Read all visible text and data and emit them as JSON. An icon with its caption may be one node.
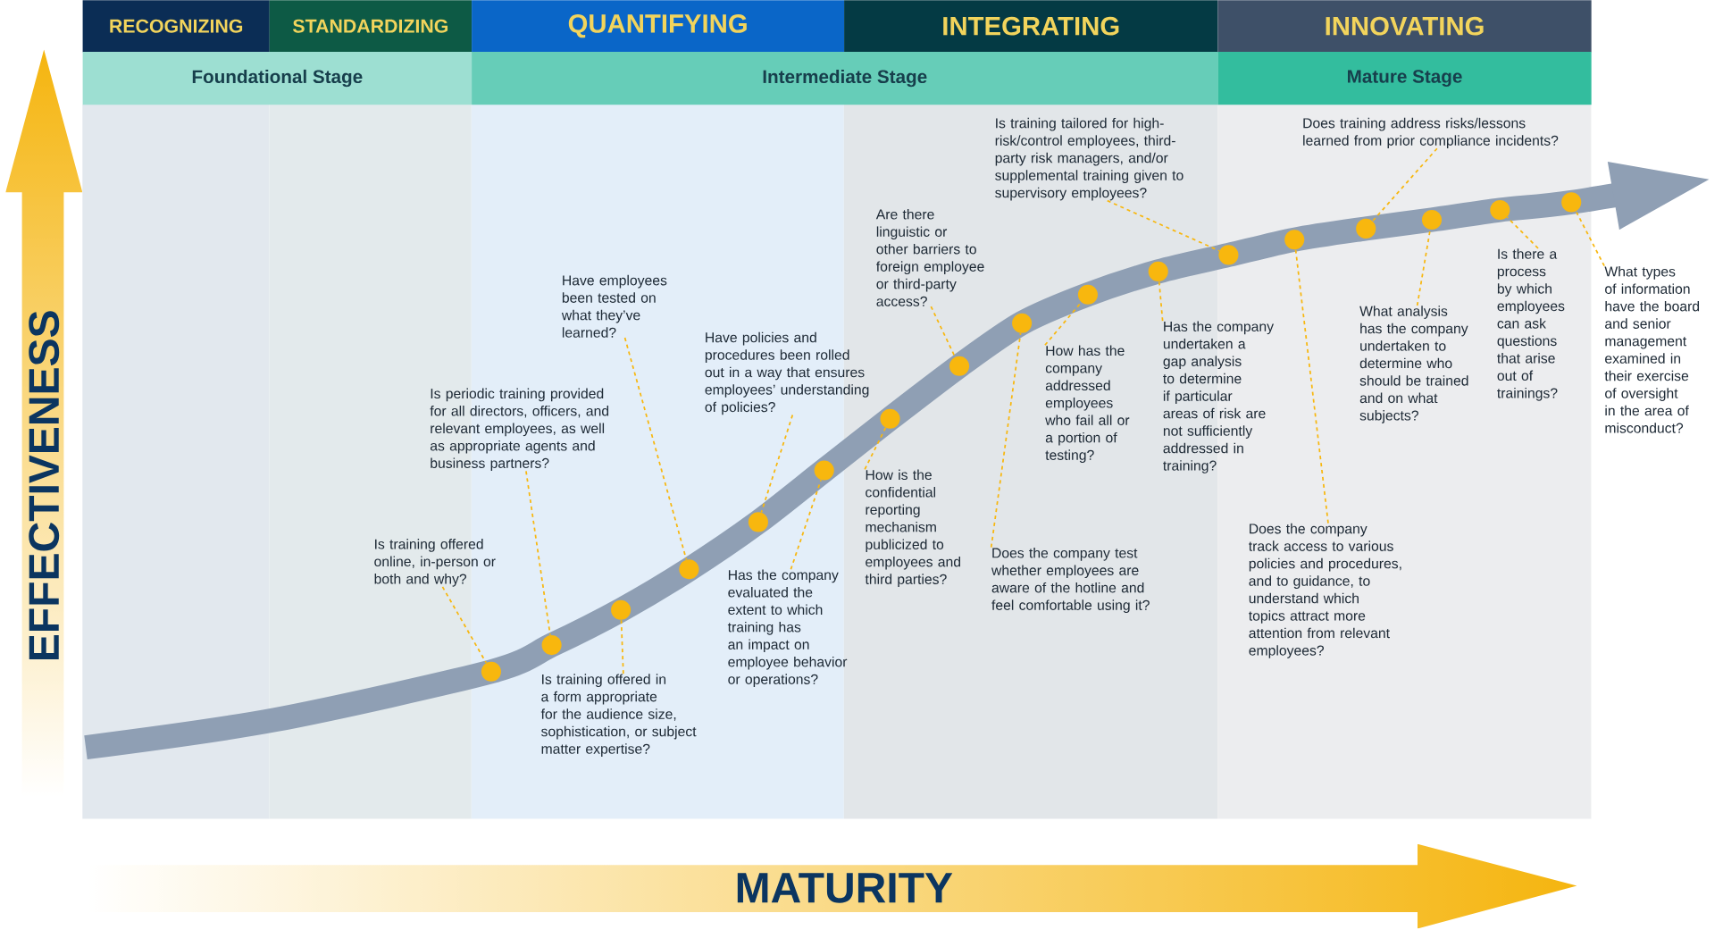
{
  "diagram": {
    "nodes": [
      {
        "text": [
          "RECOGNIZING"
        ]
      },
      {
        "text": [
          "STANDARDIZING"
        ]
      },
      {
        "text": [
          "QUANTIFYING"
        ]
      },
      {
        "text": [
          "INTEGRATING"
        ]
      },
      {
        "text": [
          "INNOVATING"
        ]
      },
      {
        "text": [
          "Foundational Stage"
        ]
      },
      {
        "text": [
          "Intermediate Stage"
        ]
      },
      {
        "text": [
          "Mature Stage"
        ]
      },
      {
        "text": [
          "EFFECTIVENESS"
        ]
      },
      {
        "text": [
          "MATURITY"
        ]
      },
      {
        "text": [
          "Is training offered online, in-person or both and why?"
        ]
      },
      {
        "text": [
          "Is periodic training provided for all directors, officers, and relevant employees, as well as appropriate agents and business partners?"
        ]
      },
      {
        "text": [
          "Is training offered in a form appropriate for the audience size, sophistication, or subject matter expertise?"
        ]
      },
      {
        "text": [
          "Have employees been tested on what they’ve learned?"
        ]
      },
      {
        "text": [
          "Have policies and procedures been rolled out in a way that ensures employees’ understanding of policies?"
        ]
      },
      {
        "text": [
          "Has the company evaluated the extent to which training has an impact on employee behavior or operations?"
        ]
      },
      {
        "text": [
          "How is the confidential reporting mechanism publicized to employees and third parties?"
        ]
      },
      {
        "text": [
          "Are there linguistic or other barriers to foreign employee or third-party access?"
        ]
      },
      {
        "text": [
          "Does the company test whether employees are aware of the hotline and feel comfortable using it?"
        ]
      },
      {
        "text": [
          "How has the company addressed employees who fail all or a portion of testing?"
        ]
      },
      {
        "text": [
          "Has the company undertaken a gap analysis to determine if particular areas of risk are not sufficiently addressed in training?"
        ]
      },
      {
        "text": [
          "Is training tailored for high-risk/control employees, third-party risk managers, and/or supplemental training given to supervisory employees?"
        ]
      },
      {
        "text": [
          "Does the company track access to various policies and procedures, and to guidance, to understand which topics attract more attention from relevant employees?"
        ]
      },
      {
        "text": [
          "Does training address risks/lessons learned from prior compliance incidents?"
        ]
      },
      {
        "text": [
          "What analysis has the company undertaken to determine who should be trained and on what subjects?"
        ]
      },
      {
        "text": [
          "Is there a process by which employees can ask questions that arise out of trainings?"
        ]
      },
      {
        "text": [
          "What types of information have the board and senior management examined in their exercise of oversight in the area of misconduct?"
        ]
      },
      {
        "text": [],
        "shape": "circle"
      },
      {
        "text": [],
        "shape": "circle"
      },
      {
        "text": [],
        "shape": "circle"
      },
      {
        "text": [],
        "shape": "circle"
      },
      {
        "text": [],
        "shape": "circle"
      },
      {
        "text": [],
        "shape": "circle"
      },
      {
        "text": [],
        "shape": "circle"
      },
      {
        "text": [],
        "shape": "circle"
      },
      {
        "text": [],
        "shape": "circle"
      },
      {
        "text": [],
        "shape": "circle"
      },
      {
        "text": [],
        "shape": "circle"
      },
      {
        "text": [],
        "shape": "circle"
      },
      {
        "text": [],
        "shape": "circle"
      },
      {
        "text": [],
        "shape": "circle"
      },
      {
        "text": [],
        "shape": "circle"
      },
      {
        "text": [],
        "shape": "circle"
      },
      {
        "text": [],
        "shape": "circle"
      }
    ],
    "edges": [
      {
        "from": 10,
        "to": 27,
        "arrow": "none",
        "style": "dashed"
      },
      {
        "from": 11,
        "to": 28,
        "arrow": "none",
        "style": "dashed"
      },
      {
        "from": 12,
        "to": 29,
        "arrow": "none",
        "style": "dashed"
      },
      {
        "from": 13,
        "to": 30,
        "arrow": "none",
        "style": "dashed"
      },
      {
        "from": 14,
        "to": 31,
        "arrow": "none",
        "style": "dashed"
      },
      {
        "from": 15,
        "to": 32,
        "arrow": "none",
        "style": "dashed"
      },
      {
        "from": 16,
        "to": 33,
        "arrow": "none",
        "style": "dashed"
      },
      {
        "from": 17,
        "to": 34,
        "arrow": "none",
        "style": "dashed"
      },
      {
        "from": 18,
        "to": 35,
        "arrow": "none",
        "style": "dashed"
      },
      {
        "from": 19,
        "to": 36,
        "arrow": "none",
        "style": "dashed"
      },
      {
        "from": 20,
        "to": 37,
        "arrow": "none",
        "style": "dashed"
      },
      {
        "from": 21,
        "to": 38,
        "arrow": "none",
        "style": "dashed"
      },
      {
        "from": 22,
        "to": 39,
        "arrow": "none",
        "style": "dashed"
      },
      {
        "from": 23,
        "to": 40,
        "arrow": "none",
        "style": "dashed"
      },
      {
        "from": 24,
        "to": 41,
        "arrow": "none",
        "style": "dashed"
      },
      {
        "from": 25,
        "to": 42,
        "arrow": "none",
        "style": "dashed"
      },
      {
        "from": 26,
        "to": 43,
        "arrow": "none",
        "style": "dashed"
      }
    ]
  }
}
